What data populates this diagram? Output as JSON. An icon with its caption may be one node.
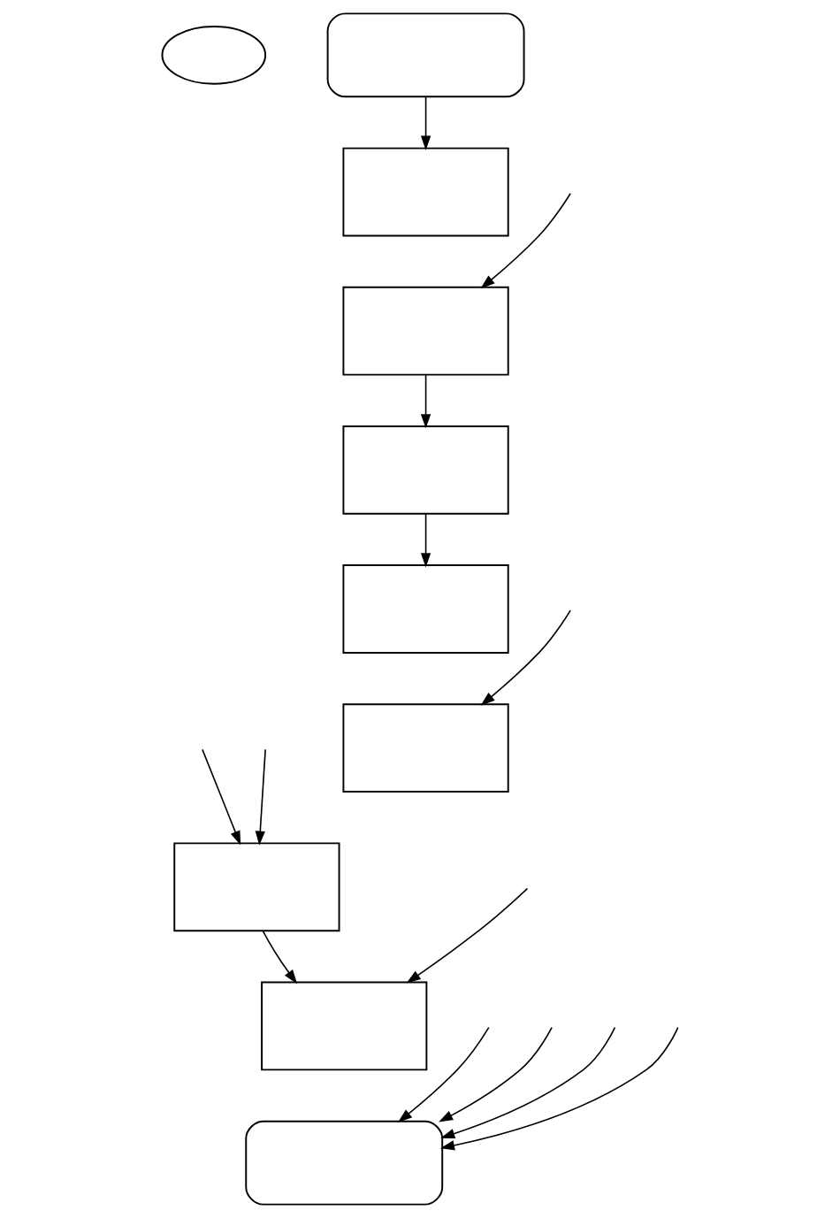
{
  "diagram": {
    "nodes": [
      {
        "text": [],
        "shape": "ellipse"
      },
      {
        "text": [],
        "shape": "oval"
      },
      {
        "text": [],
        "shape": "box"
      },
      {
        "text": [],
        "shape": "box"
      },
      {
        "text": [],
        "shape": "box"
      },
      {
        "text": [],
        "shape": "box"
      },
      {
        "text": [],
        "shape": "box"
      },
      {
        "text": [],
        "shape": "box"
      },
      {
        "text": [],
        "shape": "box"
      },
      {
        "text": [],
        "shape": "oval"
      }
    ],
    "edges": [
      {
        "from": 1,
        "to": 2,
        "arrow": "to"
      },
      {
        "from": null,
        "to": 3,
        "arrow": "to"
      },
      {
        "from": 3,
        "to": 4,
        "arrow": "to"
      },
      {
        "from": 4,
        "to": 5,
        "arrow": "to"
      },
      {
        "from": null,
        "to": 6,
        "arrow": "to"
      },
      {
        "from": null,
        "to": 7,
        "arrow": "to"
      },
      {
        "from": null,
        "to": 7,
        "arrow": "to"
      },
      {
        "from": 7,
        "to": 8,
        "arrow": "to"
      },
      {
        "from": null,
        "to": 8,
        "arrow": "to"
      },
      {
        "from": null,
        "to": 9,
        "arrow": "to"
      },
      {
        "from": null,
        "to": 9,
        "arrow": "to"
      },
      {
        "from": null,
        "to": 9,
        "arrow": "to"
      },
      {
        "from": null,
        "to": 9,
        "arrow": "to"
      }
    ]
  }
}
